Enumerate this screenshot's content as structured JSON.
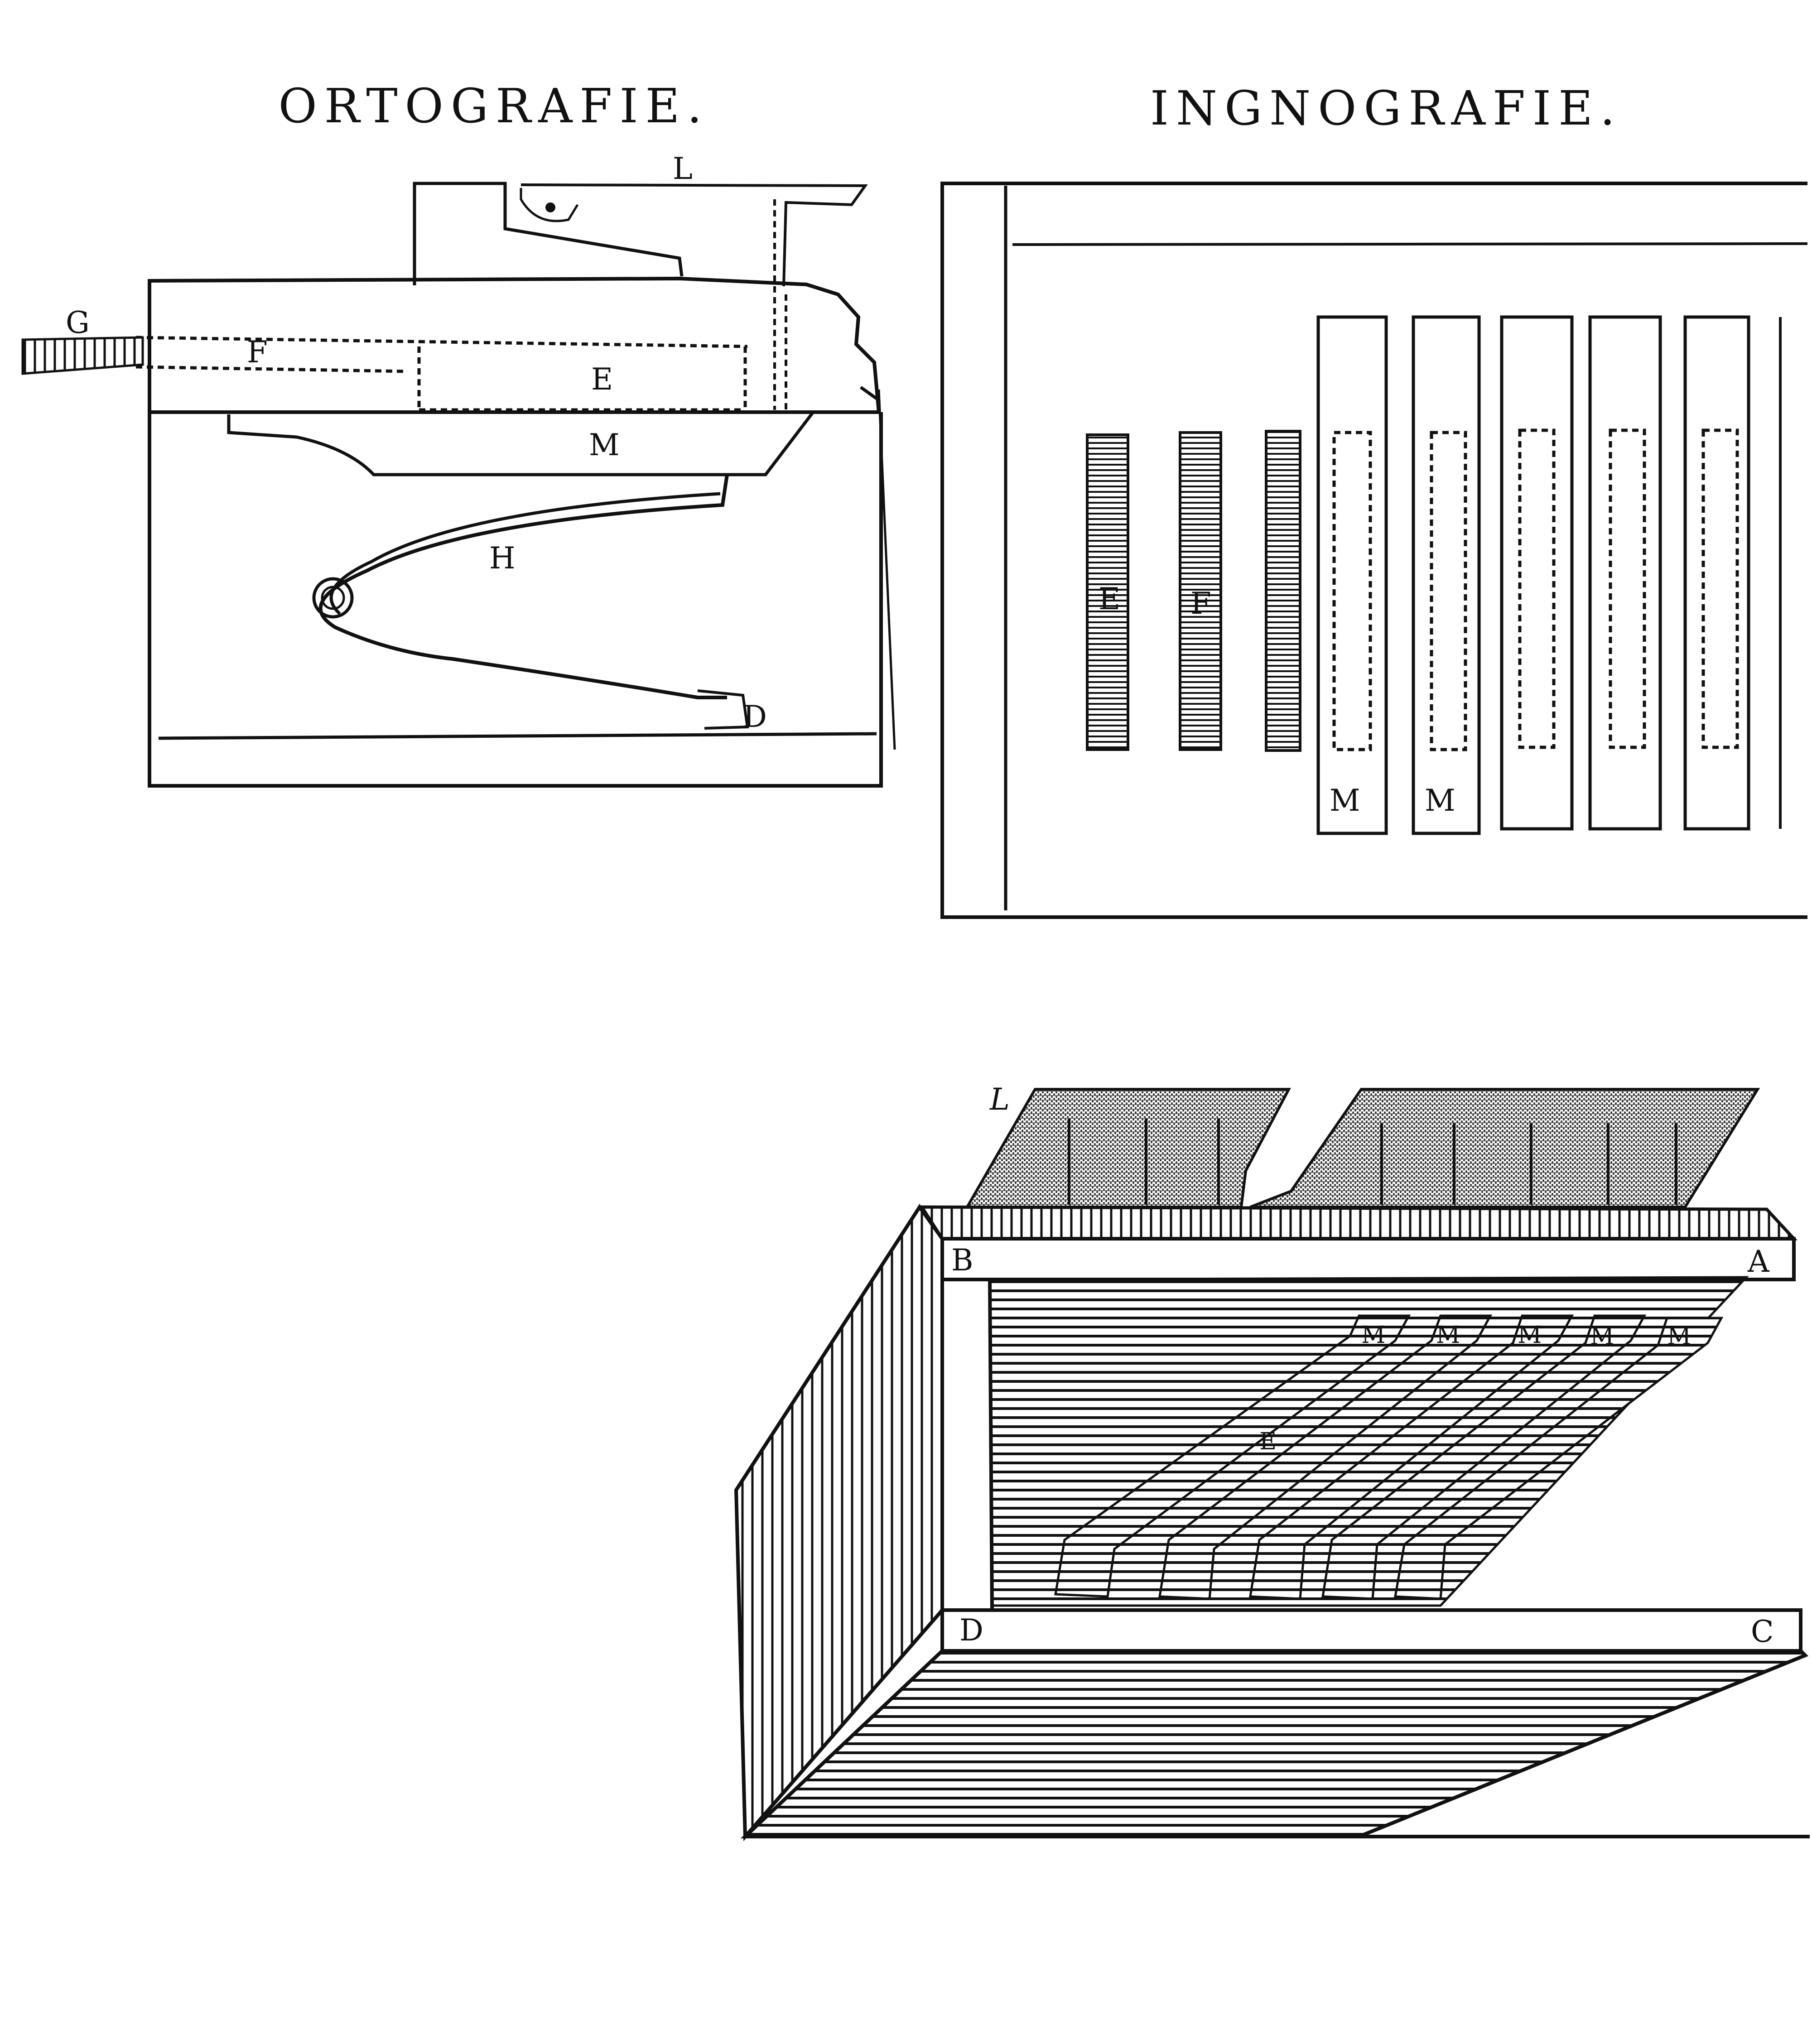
{
  "plate": {
    "ortho_title": "ORTOGRAFIE.",
    "ichno_title": "INGNOGRAFIE.",
    "ortho_labels": {
      "l": "L",
      "g": "G",
      "f": "F",
      "e": "E",
      "m": "M",
      "h": "H",
      "d": "D"
    },
    "ichno_labels": {
      "e": "E",
      "f": "F",
      "m1": "M",
      "m2": "M"
    },
    "persp_labels": {
      "l": "L",
      "a": "A",
      "b": "B",
      "c": "C",
      "d": "D",
      "e": "E",
      "m": [
        "M",
        "M",
        "M",
        "M",
        "M"
      ]
    }
  }
}
